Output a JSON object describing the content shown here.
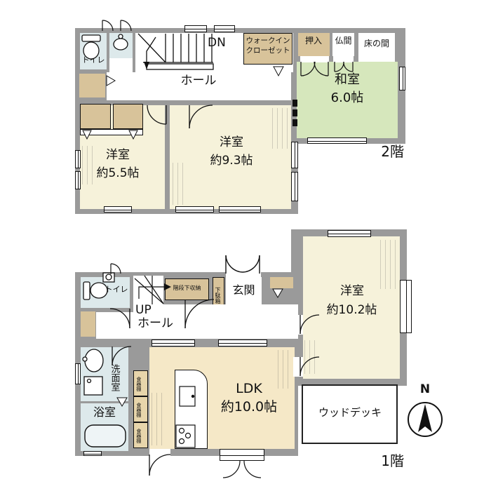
{
  "floor2": {
    "label": "2階",
    "toilet": "トイレ",
    "dn": "DN",
    "hall": "ホール",
    "wic_line1": "ウォークイン",
    "wic_line2": "クローゼット",
    "oshiire": "押入",
    "butsuma": "仏間",
    "tokonoma": "床の間",
    "washitsu": "和室",
    "washitsu_size": "6.0帖",
    "yoshitsu_a": "洋室",
    "yoshitsu_a_size": "約9.3帖",
    "yoshitsu_b": "洋室",
    "yoshitsu_b_size": "約5.5帖"
  },
  "floor1": {
    "label": "1階",
    "toilet": "トイレ",
    "up": "UP",
    "hall": "ホール",
    "under_stair_storage": "階段下収納",
    "getabako": "下駄箱",
    "genkan": "玄関",
    "yoshitsu": "洋室",
    "yoshitsu_size": "約10.2帖",
    "senmenshitsu": "洗面室",
    "yokushitsu": "浴室",
    "ldk": "LDK",
    "ldk_size": "約10.0帖",
    "cupboard": "食器棚",
    "wood_deck": "ウッドデッキ"
  },
  "compass": {
    "north": "N"
  },
  "colors": {
    "wall": "#9a9a9a",
    "western_room": "#f6f2da",
    "tatami_room": "#d6e7bc",
    "closet_tan": "#d8c39a",
    "cupboard_tan": "#e7d5ab",
    "ldk": "#f5e8c7",
    "water_area_blue": "#dde9eb",
    "deck_border": "#222222",
    "line": "#111111"
  }
}
